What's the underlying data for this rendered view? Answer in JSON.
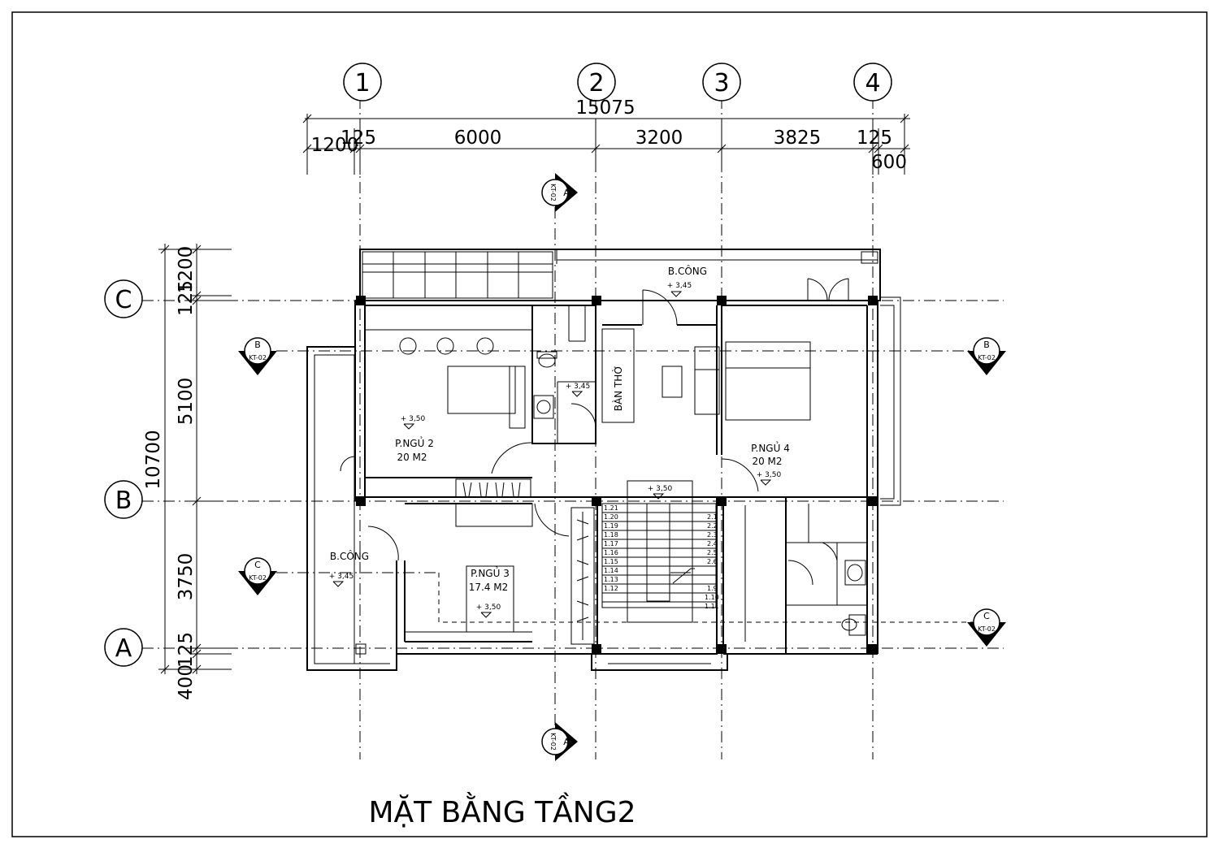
{
  "drawing": {
    "title": "MẶT BẰNG TẦNG2"
  },
  "grid_axes": {
    "vertical": [
      "1",
      "2",
      "3",
      "4"
    ],
    "horizontal": [
      "C",
      "B",
      "A"
    ]
  },
  "dimensions": {
    "top_total": "15075",
    "top_segments": [
      "1200",
      "125",
      "6000",
      "3200",
      "3825",
      "125",
      "600"
    ],
    "left_total": "10700",
    "left_segments": [
      "1200",
      "125",
      "5100",
      "3750",
      "125",
      "400"
    ]
  },
  "rooms": {
    "balcony_top": "B.CÔNG",
    "balcony_left": "B.CÔNG",
    "bedroom2_name": "P.NGỦ 2",
    "bedroom2_area": "20 M2",
    "bedroom3_name": "P.NGỦ 3",
    "bedroom3_area": "17.4 M2",
    "bedroom4_name": "P.NGỦ 4",
    "bedroom4_area": "20 M2",
    "altar": "BÀN THỜ"
  },
  "levels": {
    "balcony_top": "+ 3,45",
    "wc_left": "+ 3,45",
    "bedroom2": "+ 3,50",
    "bedroom4": "+ 3,50",
    "stair": "+ 3,50",
    "balcony_left": "+ 3,45",
    "bedroom3": "+ 3,50"
  },
  "stair_steps": {
    "left": [
      "1.21",
      "1.20",
      "1.19",
      "1.18",
      "1.17",
      "1.16",
      "1.15",
      "1.14",
      "1.13",
      "1.12"
    ],
    "right": [
      "2.1",
      "2.2",
      "2.3",
      "2.4",
      "2.5",
      "2.6",
      "1.9",
      "1.10",
      "1.11"
    ]
  },
  "section_marks": {
    "top_a": {
      "letter": "A",
      "sheet": "KT-02"
    },
    "bottom_a": {
      "letter": "A",
      "sheet": "KT-02"
    },
    "left_b": {
      "letter": "B",
      "sheet": "KT-02"
    },
    "right_b": {
      "letter": "B",
      "sheet": "KT-02"
    },
    "left_c": {
      "letter": "C",
      "sheet": "KT-02"
    },
    "right_c": {
      "letter": "C",
      "sheet": "KT-02"
    }
  }
}
